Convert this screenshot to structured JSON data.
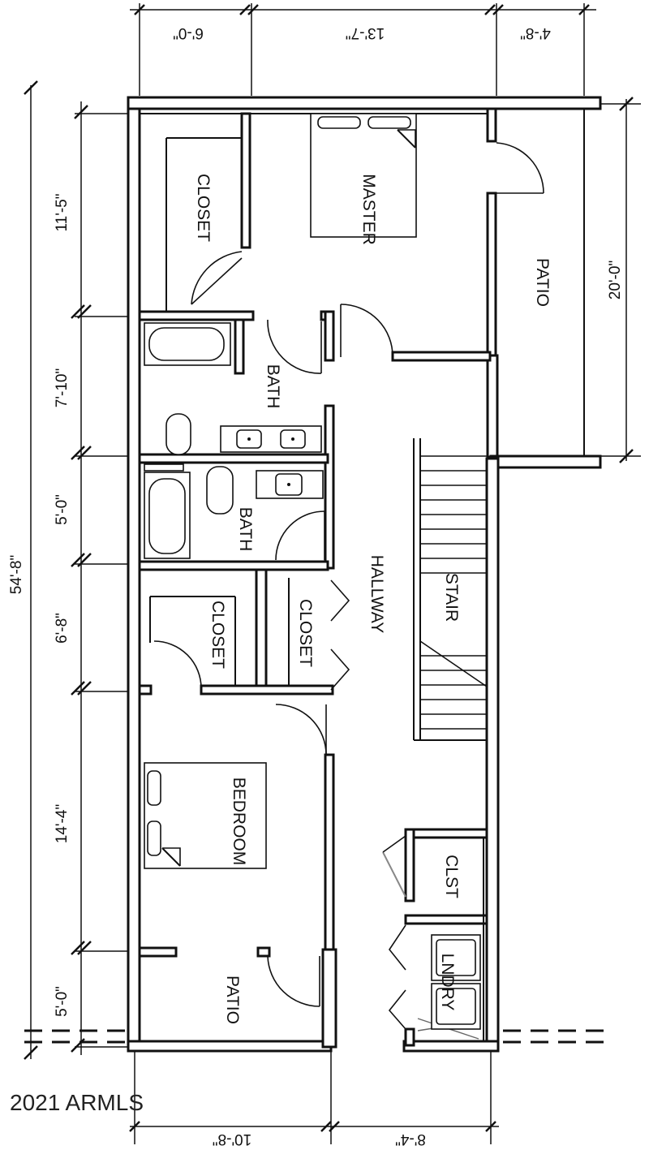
{
  "rooms": {
    "master": "MASTER",
    "closet_master": "CLOSET",
    "patio_east": "PATIO",
    "bath_upper": "BATH",
    "bath_lower": "BATH",
    "hallway": "HALLWAY",
    "stair": "STAIR",
    "closet_a": "CLOSET",
    "closet_b": "CLOSET",
    "bedroom": "BEDROOM",
    "clst": "CLST",
    "lndry": "LNDRY",
    "patio_south": "PATIO"
  },
  "dimensions": {
    "top_left": "6'-0\"",
    "top_middle": "13'-7\"",
    "top_right": "4'-8\"",
    "left_1": "11'-5\"",
    "left_2": "7'-10\"",
    "left_3": "5'-0\"",
    "left_4": "6'-8\"",
    "left_5": "14'-4\"",
    "left_6": "5'-0\"",
    "overall_left": "54'-8\"",
    "patio_right": "20'-0\"",
    "bottom_left": "10'-8\"",
    "bottom_right": "8'-4\""
  },
  "watermark": "2021 ARMLS"
}
